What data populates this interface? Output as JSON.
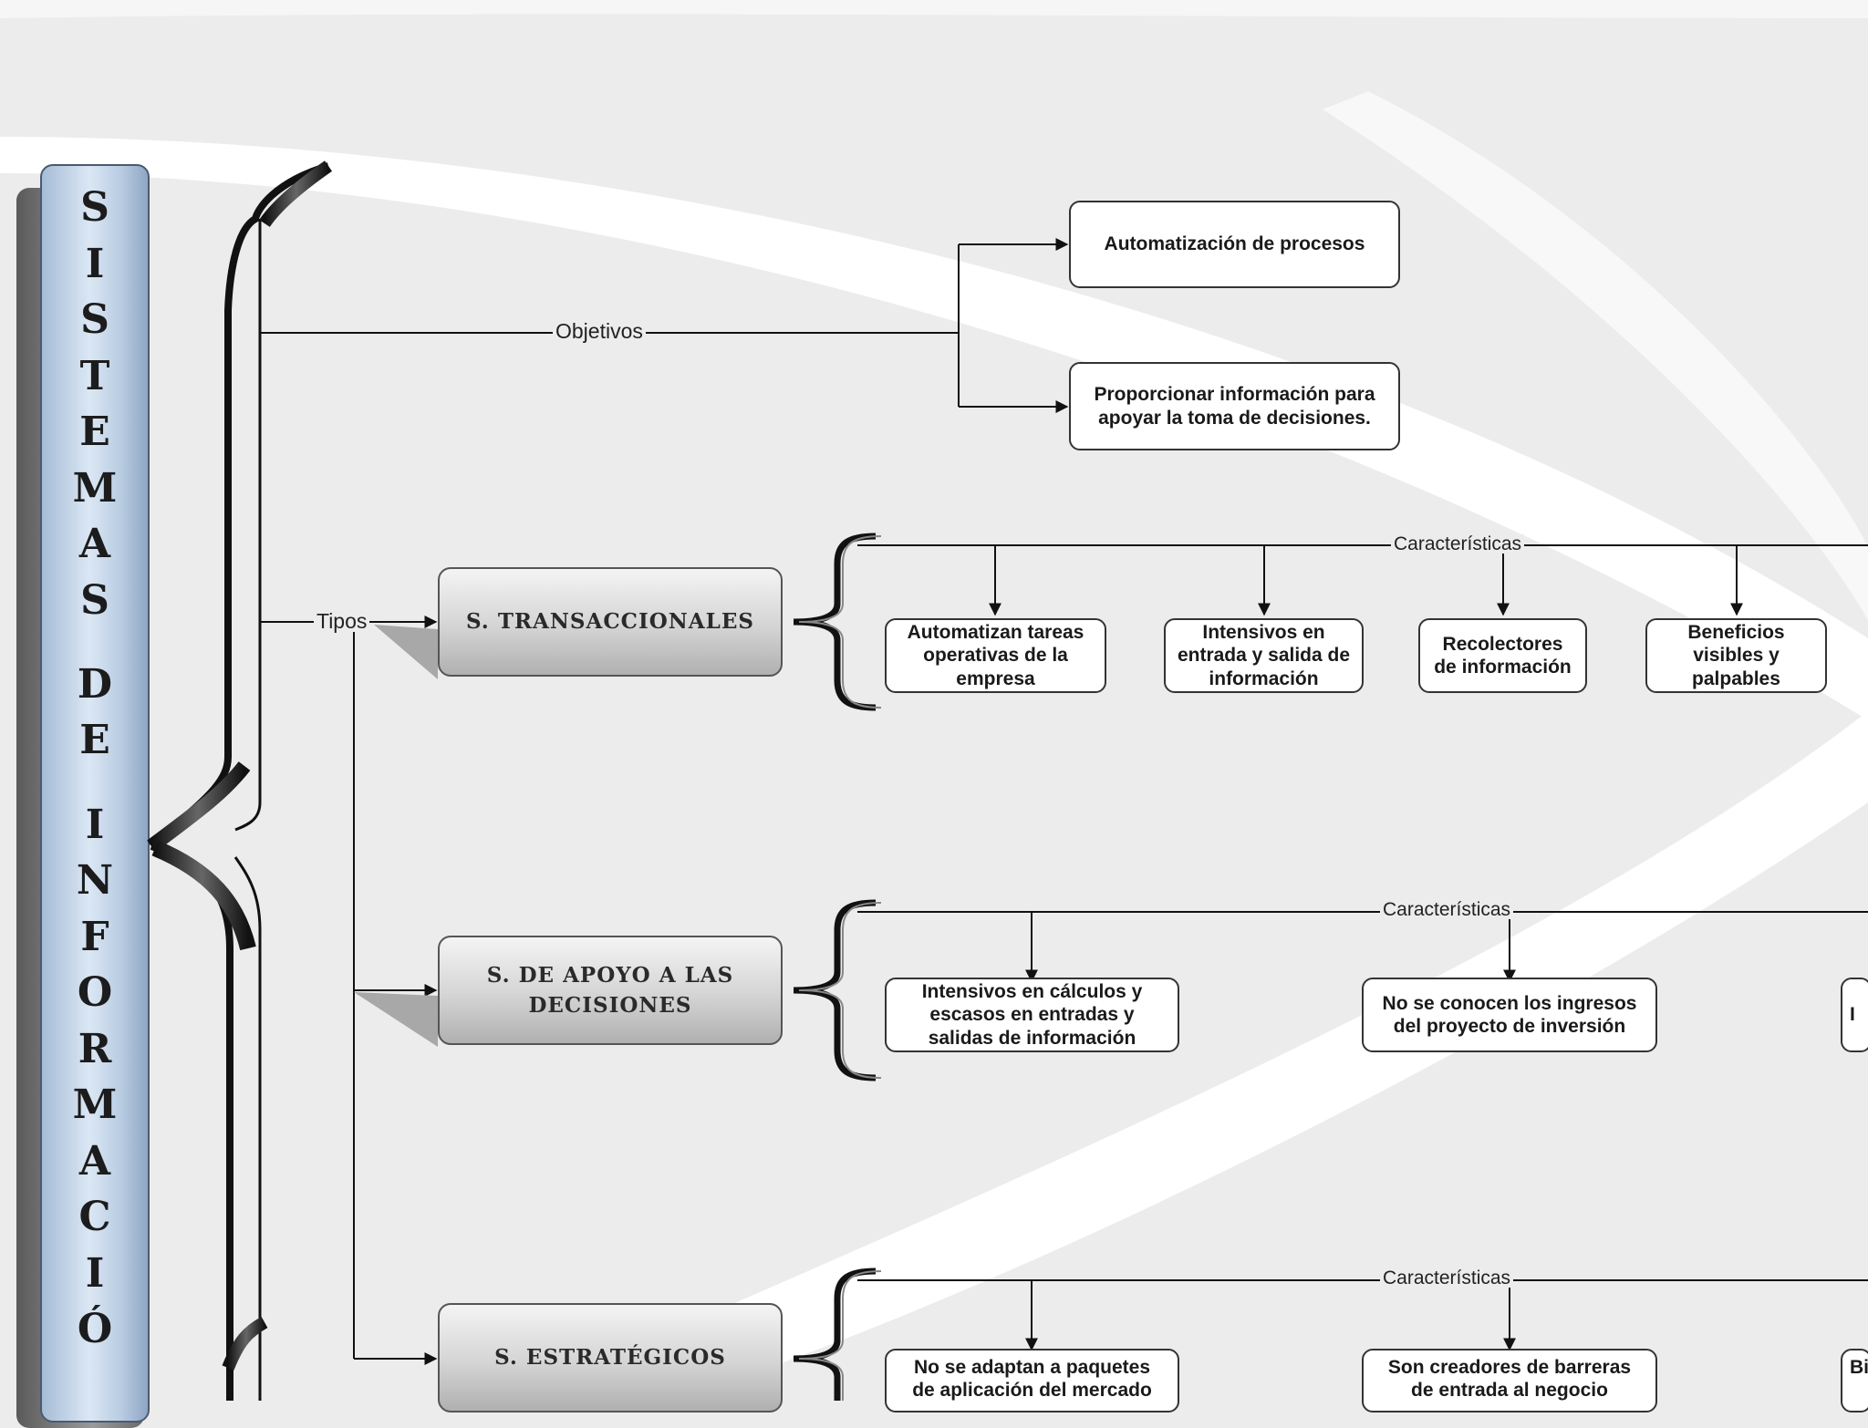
{
  "title": "SISTEMAS DE INFORMACIÓ",
  "objetivos": {
    "label": "Objetivos",
    "items": [
      "Automatización de procesos",
      "Proporcionar información para\napoyar la toma de decisiones."
    ]
  },
  "tipos": {
    "label": "Tipos",
    "characteristics_label": "Características",
    "types": [
      {
        "name": "S. TRANSACCIONALES",
        "characteristics": [
          "Automatizan tareas\noperativas de la\nempresa",
          "Intensivos en\nentrada y salida de\ninformación",
          "Recolectores\nde información",
          "Beneficios\nvisibles y\npalpables"
        ]
      },
      {
        "name": "S. DE APOYO A LAS DECISIONES",
        "characteristics": [
          "Intensivos en cálculos y\nescasos en entradas y\nsalidas de información",
          "No se conocen los ingresos\ndel proyecto de inversión",
          "I"
        ]
      },
      {
        "name": "S. ESTRATÉGICOS",
        "characteristics": [
          "No se adaptan a paquetes\nde aplicación del mercado",
          "Son creadores de barreras\nde entrada al negocio",
          "Bi"
        ]
      }
    ]
  },
  "colors": {
    "title_bar": "#c4d6ea",
    "type_box": "#d0d0d0",
    "node_border": "#333333",
    "background": "#ececec"
  }
}
